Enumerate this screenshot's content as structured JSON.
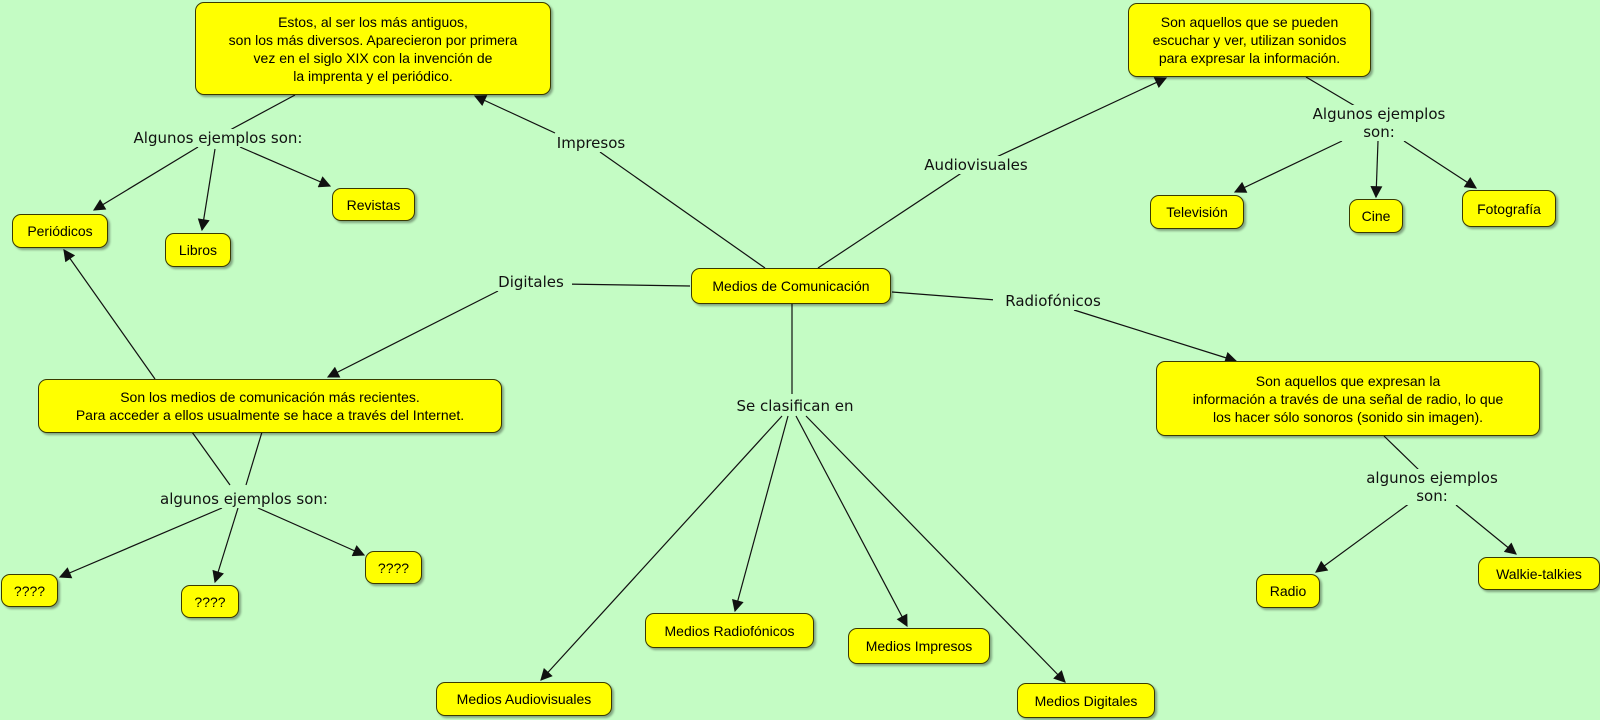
{
  "colors": {
    "background": "#c4fcc4",
    "node_fill": "#ffff00",
    "line": "#111111"
  },
  "nodes": {
    "center": "Medios de Comunicación",
    "impresos_desc": "Estos, al ser los más antiguos,\nson los más diversos. Aparecieron por primera\nvez en el siglo XIX con la invención de\nla imprenta y el periódico.",
    "audiovisuales_desc": "Son aquellos que se pueden\nescuchar y ver, utilizan sonidos\npara expresar la información.",
    "digitales_desc": "Son los medios de comunicación más recientes.\nPara acceder a ellos usualmente se hace a través del Internet.",
    "radio_desc": "Son aquellos que expresan la\ninformación a través de una señal de radio, lo que\nlos hacer sólo sonoros (sonido sin imagen).",
    "periodicos": "Periódicos",
    "libros": "Libros",
    "revistas": "Revistas",
    "television": "Televisión",
    "cine": "Cine",
    "fotografia": "Fotografía",
    "unknown1": "????",
    "unknown2": "????",
    "unknown3": "????",
    "radio": "Radio",
    "walkie": "Walkie-talkies",
    "m_audiovisuales": "Medios Audiovisuales",
    "m_radiofonicos": "Medios Radiofónicos",
    "m_impresos": "Medios Impresos",
    "m_digitales": "Medios Digitales"
  },
  "labels": {
    "impresos": "Impresos",
    "audiovisuales": "Audiovisuales",
    "digitales": "Digitales",
    "radiofonicos": "Radiofónicos",
    "se_clasifican": "Se clasifican en",
    "ejemplos_impresos": "Algunos ejemplos son:",
    "ejemplos_audiovisuales": "Algunos ejemplos\nson:",
    "ejemplos_digitales": "algunos ejemplos son:",
    "ejemplos_radio": "algunos ejemplos\nson:"
  }
}
